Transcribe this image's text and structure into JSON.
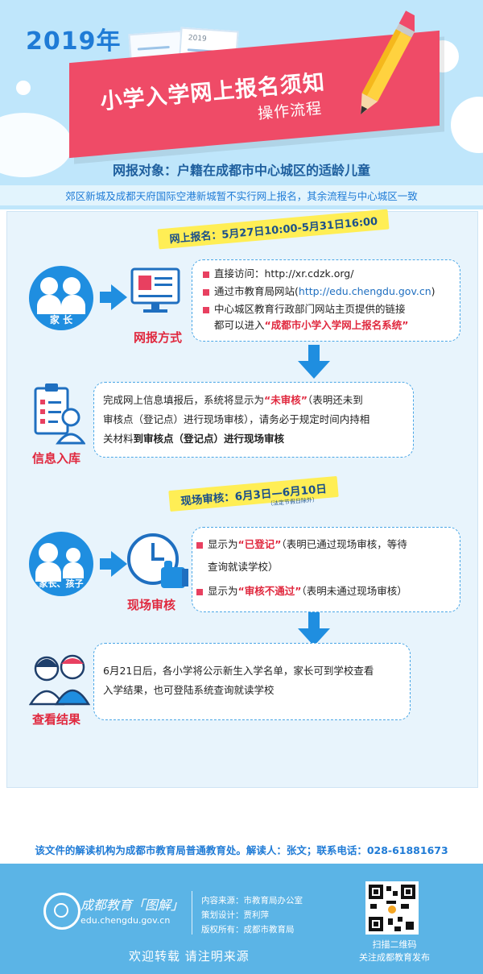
{
  "header": {
    "year": "2019年",
    "paper_year": "2019",
    "title": "小学入学网上报名须知",
    "subtitle": "操作流程",
    "target": "网报对象：户籍在成都市中心城区的适龄儿童",
    "note": "郊区新城及成都天府国际空港新城暂不实行网上报名，其余流程与中心城区一致"
  },
  "step1": {
    "tag": "网上报名：5月27日10:00-5月31日16:00",
    "actor": "家 长",
    "label": "网报方式",
    "bullet1": "直接访问：http://xr.cdzk.org/",
    "bullet2_prefix": "通过市教育局网站(",
    "bullet2_link": "http://edu.chengdu.gov.cn",
    "bullet2_suffix": ")",
    "bullet3_line1": "中心城区教育行政部门网站主页提供的链接",
    "bullet3_line2_prefix": "都可以进入",
    "bullet3_line2_em": "“成都市小学入学网上报名系统”"
  },
  "step2": {
    "label": "信息入库",
    "line1_prefix": "完成网上信息填报后，系统将显示为",
    "line1_em": "“未审核”",
    "line1_suffix": "（表明还未到",
    "line2": "审核点（登记点）进行现场审核），请务必于规定时间内持相",
    "line3_prefix": "关材料",
    "line3_bold": "到审核点（登记点）进行现场审核"
  },
  "step3": {
    "tag": "现场审核：6月3日—6月10日",
    "tag_note": "（法定节假日除外）",
    "actor": "家长、孩子",
    "label": "现场审核",
    "b1_prefix": "显示为",
    "b1_em": "“已登记”",
    "b1_suffix": "（表明已通过现场审核，等待",
    "b1_line2": "查询就读学校）",
    "b2_prefix": "显示为",
    "b2_em": "“审核不通过”",
    "b2_suffix": "（表明未通过现场审核）"
  },
  "step4": {
    "label": "查看结果",
    "line1": "6月21日后，各小学将公示新生入学名单，家长可到学校查看",
    "line2": "入学结果，也可登陆系统查询就读学校"
  },
  "footer": {
    "interpret": "该文件的解读机构为成都市教育局普通教育处。解读人：张文；联系电话：028-61881673",
    "brand": "成都教育「图解」",
    "brand_url": "edu.chengdu.gov.cn",
    "credit1": "内容来源：市教育局办公室",
    "credit2": "策划设计：贾利萍",
    "credit3": "版权所有：成都市教育局",
    "qr1": "扫描二维码",
    "qr2": "关注成都教育发布",
    "welcome": "欢迎转载  请注明来源"
  },
  "colors": {
    "accent_blue": "#1f8ee0",
    "banner_pink": "#ef4b67",
    "tag_yellow": "#ffee55",
    "label_red": "#e0283e"
  },
  "icons": [
    "pencil-icon",
    "parents-icon",
    "computer-icon",
    "clipboard-icon",
    "parent-child-icon",
    "clock-icon",
    "thumbs-up-icon",
    "couple-icon",
    "arrow-right-icon",
    "arrow-down-icon",
    "logo-icon",
    "qr-code-icon"
  ]
}
